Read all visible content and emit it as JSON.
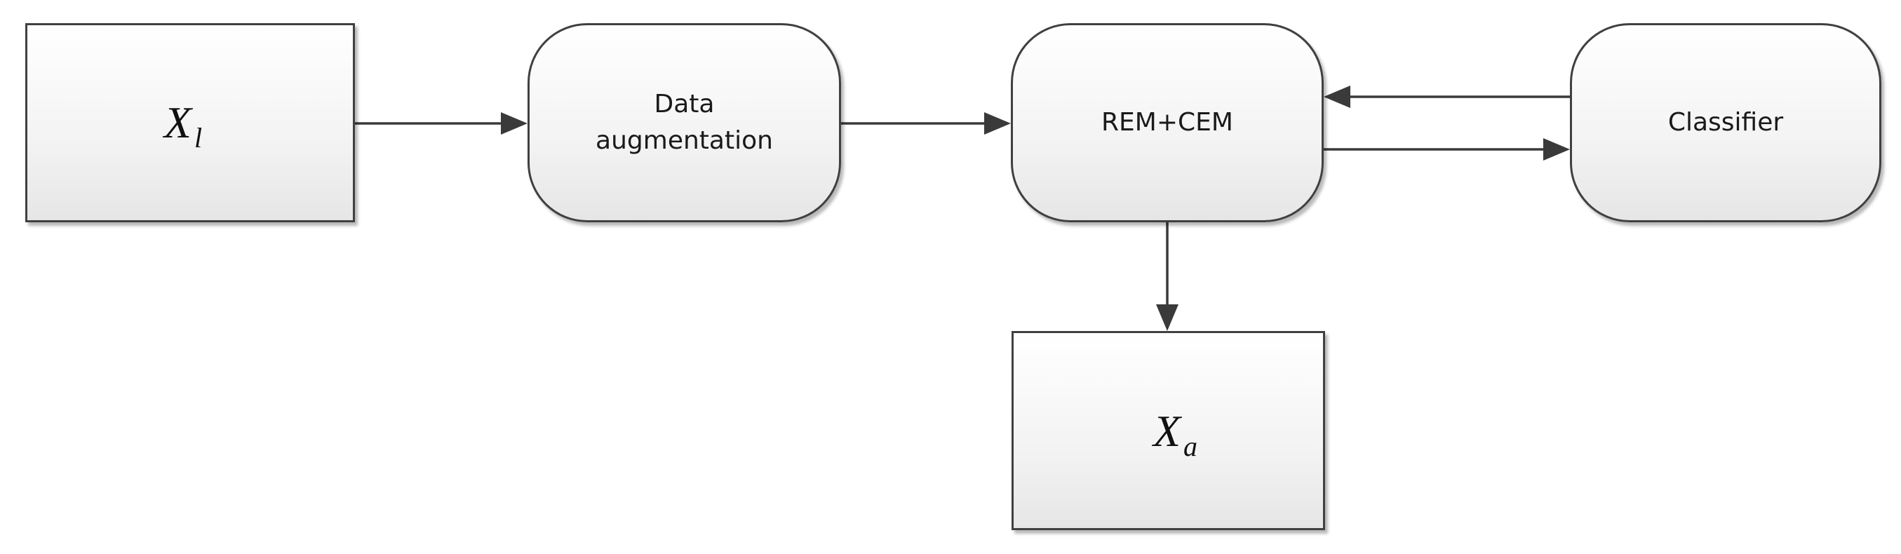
{
  "nodes": {
    "x_l": {
      "symbol": "X",
      "subscript": "l"
    },
    "data_augmentation": {
      "label": "Data\naugmentation"
    },
    "rem_cem": {
      "label": "REM+CEM"
    },
    "classifier": {
      "label": "Classifier"
    },
    "x_a": {
      "symbol": "X",
      "subscript": "a"
    }
  },
  "edges": [
    {
      "from": "x_l",
      "to": "data_augmentation"
    },
    {
      "from": "data_augmentation",
      "to": "rem_cem"
    },
    {
      "from": "classifier",
      "to": "rem_cem"
    },
    {
      "from": "rem_cem",
      "to": "classifier"
    },
    {
      "from": "rem_cem",
      "to": "x_a"
    }
  ],
  "colors": {
    "stroke": "#404040",
    "fill_top": "#ffffff",
    "fill_bottom": "#e6e6e6",
    "text": "#1a1a1a"
  }
}
